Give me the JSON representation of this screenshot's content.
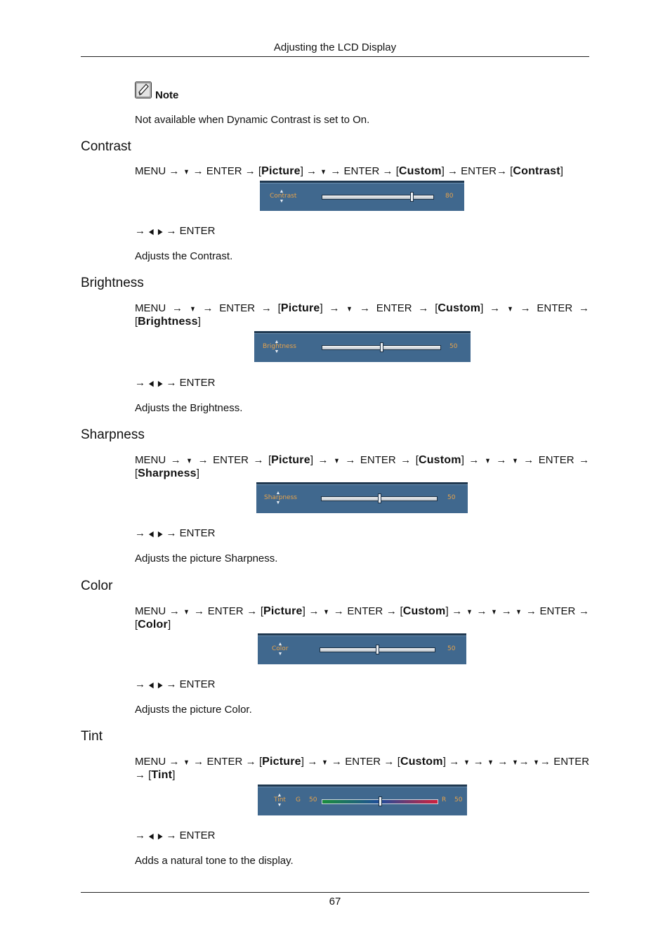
{
  "header": {
    "title": "Adjusting the LCD Display"
  },
  "note": {
    "icon": "note-pencil-icon",
    "label": "Note",
    "text": "Not available when Dynamic Contrast is set to On."
  },
  "glyphs": {
    "arrow": "→",
    "down": "▼",
    "left": "◀",
    "right": "▶"
  },
  "words": {
    "menu": "MENU",
    "enter": "ENTER",
    "picture": "Picture",
    "custom": "Custom"
  },
  "sections": [
    {
      "heading": "Contrast",
      "target": "Contrast",
      "osd": {
        "label": "Contrast",
        "value": "80",
        "level": 80
      },
      "nav": "ENTER",
      "description": "Adjusts the Contrast."
    },
    {
      "heading": "Brightness",
      "target": "Brightness",
      "osd": {
        "label": "Brightness",
        "value": "50",
        "level": 50
      },
      "nav": "ENTER",
      "description": "Adjusts the Brightness."
    },
    {
      "heading": "Sharpness",
      "target": "Sharpness",
      "osd": {
        "label": "Sharpness",
        "value": "50",
        "level": 50
      },
      "nav": "ENTER",
      "description": "Adjusts the picture Sharpness."
    },
    {
      "heading": "Color",
      "target": "Color",
      "osd": {
        "label": "Color",
        "value": "50",
        "level": 50
      },
      "nav": "ENTER",
      "description": "Adjusts the picture Color."
    },
    {
      "heading": "Tint",
      "target": "Tint",
      "osd": {
        "label": "Tint",
        "left_label": "G",
        "left_value": "50",
        "right_label": "R",
        "right_value": "50",
        "level": 50
      },
      "nav": "ENTER",
      "description": "Adds a natural tone to the display."
    }
  ],
  "footer": {
    "page_number": "67"
  },
  "colors": {
    "osd_background": "#40688e",
    "osd_text": "#e8a34a",
    "tint_green": "#1a8d3c",
    "tint_red": "#d0203d"
  }
}
